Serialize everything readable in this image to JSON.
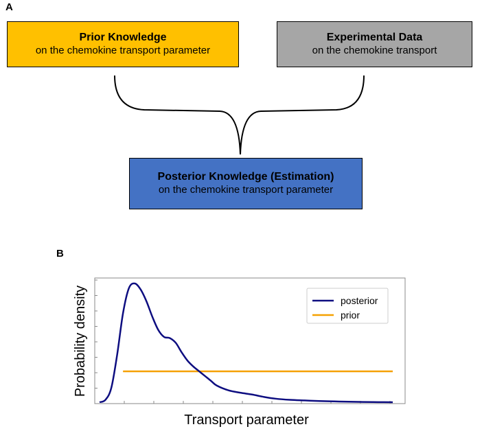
{
  "panel_a": {
    "label": "A",
    "prior_box": {
      "title": "Prior Knowledge",
      "subtitle": "on the chemokine transport parameter",
      "color": "#FFC000"
    },
    "data_box": {
      "title": "Experimental Data",
      "subtitle": "on the chemokine transport",
      "color": "#A6A6A6"
    },
    "posterior_box": {
      "title": "Posterior Knowledge (Estimation)",
      "subtitle": "on the chemokine transport parameter",
      "color": "#4472C4"
    }
  },
  "panel_b": {
    "label": "B"
  },
  "chart_data": {
    "type": "line",
    "xlabel": "Transport parameter",
    "ylabel": "Probability density",
    "xlim": [
      0,
      1
    ],
    "ylim": [
      0,
      1
    ],
    "grid": false,
    "legend_position": "top-right",
    "series": [
      {
        "name": "posterior",
        "color": "#0D0D80",
        "x": [
          0.0,
          0.02,
          0.04,
          0.06,
          0.08,
          0.1,
          0.12,
          0.14,
          0.16,
          0.18,
          0.2,
          0.22,
          0.24,
          0.26,
          0.28,
          0.3,
          0.32,
          0.34,
          0.36,
          0.38,
          0.4,
          0.44,
          0.48,
          0.52,
          0.56,
          0.6,
          0.65,
          0.7,
          0.75,
          0.8,
          0.85,
          0.9,
          0.95,
          1.0
        ],
        "y": [
          0.0,
          0.02,
          0.12,
          0.4,
          0.75,
          0.96,
          1.0,
          0.95,
          0.85,
          0.72,
          0.61,
          0.55,
          0.54,
          0.5,
          0.42,
          0.35,
          0.3,
          0.26,
          0.22,
          0.18,
          0.14,
          0.1,
          0.08,
          0.065,
          0.045,
          0.03,
          0.02,
          0.015,
          0.01,
          0.007,
          0.004,
          0.002,
          0.001,
          0.0
        ]
      },
      {
        "name": "prior",
        "color": "#F5A000",
        "x": [
          0.08,
          1.0
        ],
        "y": [
          0.26,
          0.26
        ]
      }
    ]
  }
}
